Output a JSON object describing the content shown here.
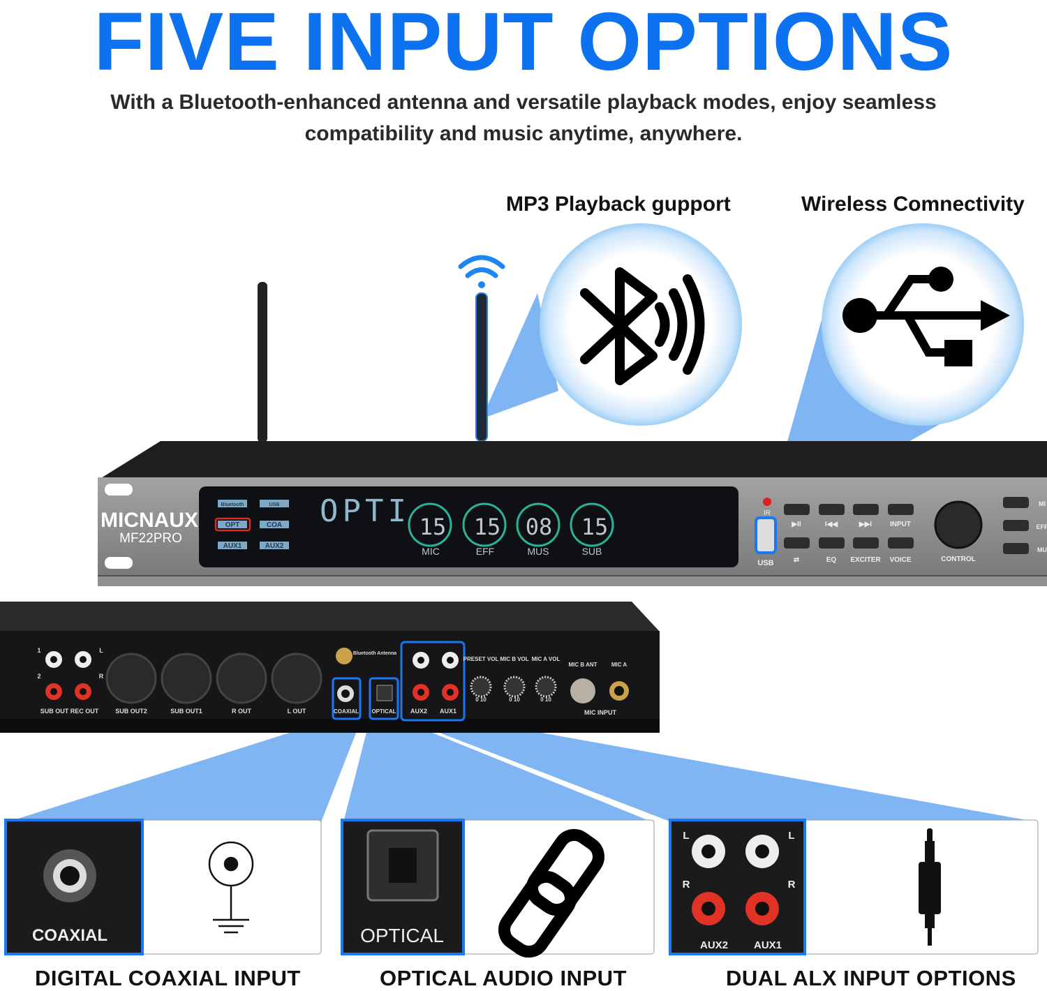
{
  "header": {
    "title": "FIVE INPUT OPTIONS",
    "subtitle_line1": "With a Bluetooth-enhanced antenna and versatile playback modes, enjoy seamless",
    "subtitle_line2": "compatibility and music anytime, anywhere."
  },
  "features": [
    {
      "label": "MP3 Playback gupport",
      "icon": "bluetooth-icon"
    },
    {
      "label": "Wireless Comnectivity",
      "icon": "usb-icon"
    }
  ],
  "device": {
    "brand": "MICNAUX",
    "model": "MF22PRO",
    "display_text": "OPTI",
    "source_buttons": [
      "Bluetooth",
      "USB",
      "OPT",
      "COA",
      "AUX1",
      "AUX2"
    ],
    "selected_source": "OPT",
    "meters": [
      {
        "value": "15",
        "label": "MIC"
      },
      {
        "value": "15",
        "label": "EFF"
      },
      {
        "value": "08",
        "label": "MUS"
      },
      {
        "value": "15",
        "label": "SUB"
      }
    ],
    "ir_label": "IR",
    "usb_label": "USB",
    "buttons_top": [
      "▶II",
      "I◀◀",
      "▶▶I",
      "INPUT"
    ],
    "buttons_bottom": [
      "⇄",
      "EQ",
      "EXCITER",
      "VOICE"
    ],
    "control_label": "CONTROL",
    "side_labels": [
      "MI",
      "EFF",
      "MU"
    ]
  },
  "rear_panel": {
    "labels": [
      "SUB OUT",
      "REC OUT",
      "SUB OUT2",
      "SUB OUT1",
      "R OUT",
      "L OUT",
      "COAXIAL",
      "OPTICAL",
      "AUX2",
      "AUX1",
      "MIC INPUT"
    ],
    "channel_marks": [
      "1",
      "2",
      "L",
      "R"
    ],
    "bluetooth_antenna": "Bluetooth Antenna",
    "knobs": [
      {
        "label": "PRESET VOL",
        "scale": "0 10"
      },
      {
        "label": "MIC B VOL",
        "scale": "0 10"
      },
      {
        "label": "MIC A VOL",
        "scale": "0 10"
      }
    ],
    "mic_b_ant": "MIC B ANT",
    "mic_a": "MIC A"
  },
  "cards": [
    {
      "photo_label": "COAXIAL",
      "caption": "DIGITAL COAXIAL INPUT",
      "icon": "coaxial-ground-icon"
    },
    {
      "photo_label": "OPTICAL",
      "caption": "OPTICAL AUDIO INPUT",
      "icon": "chain-link-icon"
    },
    {
      "photo_label_left": "AUX2",
      "photo_label_right": "AUX1",
      "marks": [
        "L",
        "L",
        "R",
        "R"
      ],
      "caption": "DUAL ALX INPUT OPTIONS",
      "icon": "audio-jack-icon"
    }
  ],
  "colors": {
    "accent": "#0c72f0",
    "beam": "#6aa8f2",
    "panel": "#8c8c8c",
    "display": "#0e1014",
    "display_text": "#8fb8cc",
    "meter_ring": "#2bb39a"
  }
}
